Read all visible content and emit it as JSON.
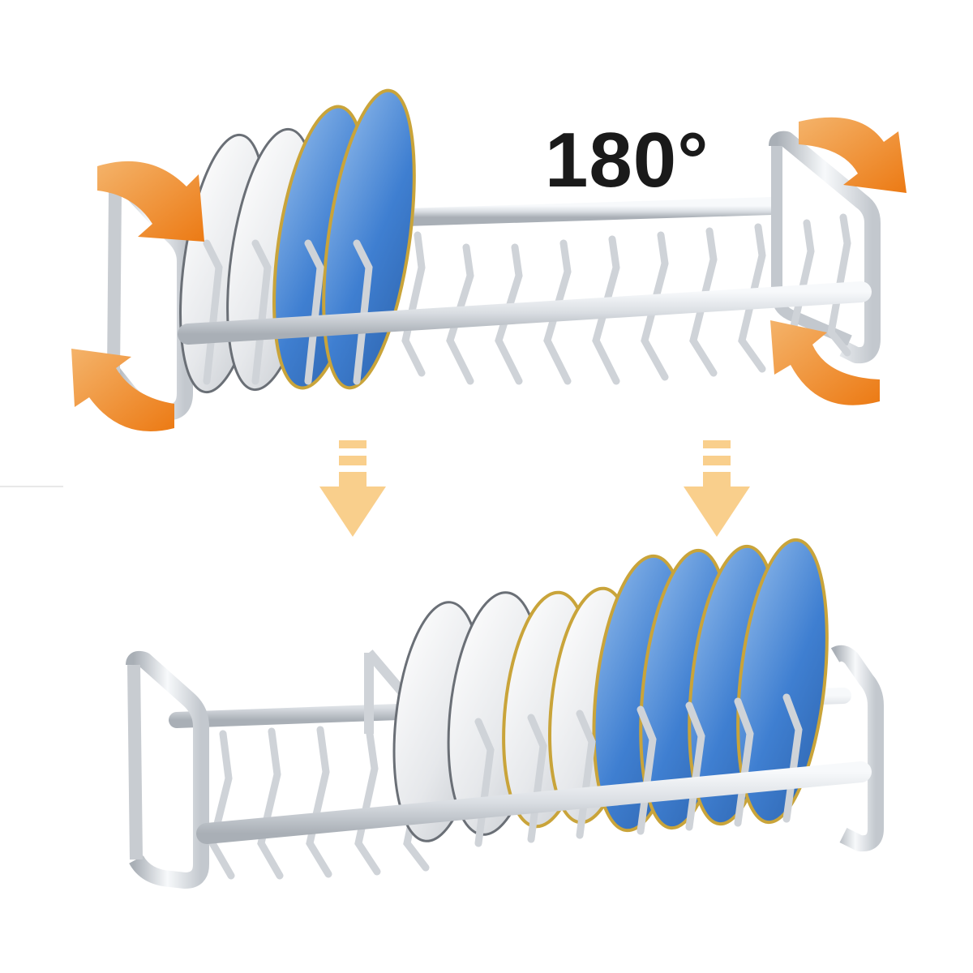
{
  "rotation": {
    "label": "180°",
    "degrees": 180
  },
  "colors": {
    "arrow_orange": "#f08a24",
    "arrow_orange_light": "#f4b36a",
    "down_arrow": "#f9cf8c",
    "rack_silver": "#d9dde2",
    "rack_highlight": "#f7f9fb",
    "rack_shadow": "#a9afb6",
    "plate_white": "#eef0f2",
    "plate_blue": "#3f7fd1",
    "plate_blue_light": "#8db8ea",
    "plate_gold_rim": "#c9a43a",
    "plate_gray_rim": "#6a6f76"
  },
  "top_rack": {
    "plates": [
      {
        "color": "white",
        "rim": "gray"
      },
      {
        "color": "white",
        "rim": "gray"
      },
      {
        "color": "blue",
        "rim": "gold"
      },
      {
        "color": "blue",
        "rim": "gold"
      }
    ]
  },
  "bottom_rack": {
    "plates": [
      {
        "color": "white",
        "rim": "gray"
      },
      {
        "color": "white",
        "rim": "gray"
      },
      {
        "color": "white",
        "rim": "gold"
      },
      {
        "color": "white",
        "rim": "gold"
      },
      {
        "color": "blue",
        "rim": "gold"
      },
      {
        "color": "blue",
        "rim": "gold"
      },
      {
        "color": "blue",
        "rim": "gold"
      },
      {
        "color": "blue",
        "rim": "gold"
      }
    ]
  },
  "icons": {
    "rotate_arrows": "curved-arrow-icon",
    "down_arrows": "down-arrow-icon"
  }
}
